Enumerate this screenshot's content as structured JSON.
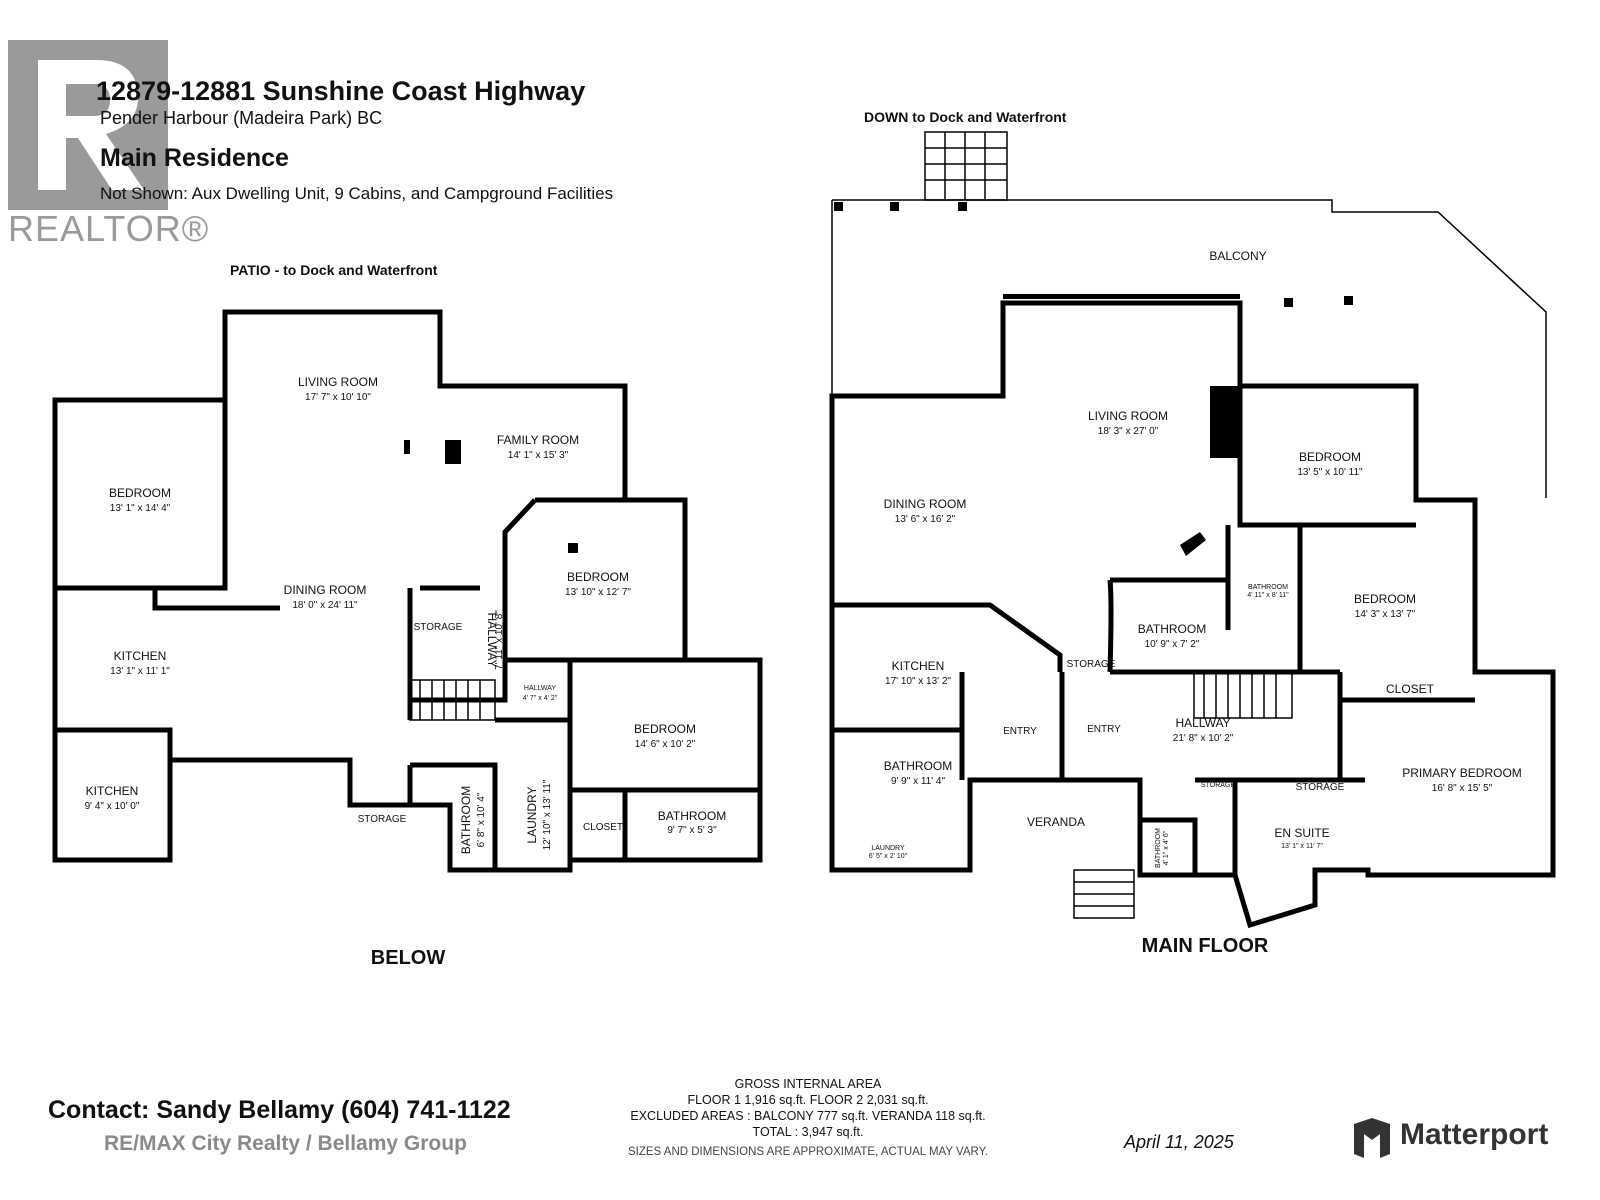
{
  "header": {
    "address": "12879-12881 Sunshine Coast Highway",
    "location": "Pender Harbour (Madeira Park) BC",
    "building": "Main Residence",
    "not_shown": "Not Shown: Aux Dwelling Unit, 9 Cabins, and Campground Facilities"
  },
  "brand": {
    "realtor": "REALTOR®",
    "matterport": "Matterport"
  },
  "below": {
    "label": "BELOW",
    "patio": "PATIO - to Dock and Waterfront",
    "rooms": {
      "living": {
        "name": "LIVING ROOM",
        "dim": "17' 7\" x 10' 10\""
      },
      "family": {
        "name": "FAMILY ROOM",
        "dim": "14' 1\" x 15' 3\""
      },
      "bedroom1": {
        "name": "BEDROOM",
        "dim": "13' 1\" x 14' 4\""
      },
      "bedroom2": {
        "name": "BEDROOM",
        "dim": "13' 10\" x 12' 7\""
      },
      "dining": {
        "name": "DINING ROOM",
        "dim": "18' 0\" x 24' 11\""
      },
      "storage1": {
        "name": "STORAGE"
      },
      "hallway1": {
        "name": "HALLWAY",
        "dim": "7' 11\" x 10' 8\""
      },
      "kitchen1": {
        "name": "KITCHEN",
        "dim": "13' 1\" x 11' 1\""
      },
      "hallway2": {
        "name": "HALLWAY",
        "dim": "4' 7\" x 4' 2\""
      },
      "bedroom3": {
        "name": "BEDROOM",
        "dim": "14' 6\" x 10' 2\""
      },
      "kitchen2": {
        "name": "KITCHEN",
        "dim": "9' 4\" x 10' 0\""
      },
      "storage2": {
        "name": "STORAGE"
      },
      "bathroom1": {
        "name": "BATHROOM",
        "dim": "6' 8\" x 10' 4\""
      },
      "laundry": {
        "name": "LAUNDRY",
        "dim": "12' 10\" x 13' 11\""
      },
      "closet": {
        "name": "CLOSET"
      },
      "bathroom2": {
        "name": "BATHROOM",
        "dim": "9' 7\" x 5' 3\""
      }
    }
  },
  "main": {
    "label": "MAIN FLOOR",
    "down": "DOWN to Dock and Waterfront",
    "rooms": {
      "balcony": {
        "name": "BALCONY"
      },
      "living": {
        "name": "LIVING ROOM",
        "dim": "18' 3\" x 27' 0\""
      },
      "bedroom1": {
        "name": "BEDROOM",
        "dim": "13' 5\" x 10' 11\""
      },
      "dining": {
        "name": "DINING ROOM",
        "dim": "13' 6\" x 16' 2\""
      },
      "bath_small": {
        "name": "BATHROOM",
        "dim": "4' 11\" x 8' 11\""
      },
      "bedroom2": {
        "name": "BEDROOM",
        "dim": "14' 3\" x 13' 7\""
      },
      "bathroom1": {
        "name": "BATHROOM",
        "dim": "10' 9\" x 7' 2\""
      },
      "kitchen": {
        "name": "KITCHEN",
        "dim": "17' 10\" x 13' 2\""
      },
      "storage1": {
        "name": "STORAGE"
      },
      "closet": {
        "name": "CLOSET"
      },
      "entry1": {
        "name": "ENTRY"
      },
      "entry2": {
        "name": "ENTRY"
      },
      "hallway": {
        "name": "HALLWAY",
        "dim": "21' 8\" x 10' 2\""
      },
      "bathroom2": {
        "name": "BATHROOM",
        "dim": "9' 9\" x 11' 4\""
      },
      "primary": {
        "name": "PRIMARY BEDROOM",
        "dim": "16' 8\" x 15' 5\""
      },
      "storage2": {
        "name": "STORAGE"
      },
      "storage3": {
        "name": "STORAGE"
      },
      "veranda": {
        "name": "VERANDA"
      },
      "bath_tiny": {
        "name": "BATHROOM",
        "dim": "4' 1\" x 4' 6\""
      },
      "ensuite": {
        "name": "EN SUITE",
        "dim": "13' 1\" x 11' 7\""
      },
      "laundry": {
        "name": "LAUNDRY",
        "dim": "6' 5\" x 2' 10\""
      }
    }
  },
  "footer": {
    "contact": "Contact: Sandy Bellamy (604) 741-1122",
    "agency": "RE/MAX City Realty / Bellamy Group",
    "area_title": "GROSS INTERNAL AREA",
    "area_floors": "FLOOR 1 1,916 sq.ft.   FLOOR 2 2,031 sq.ft.",
    "area_excluded": "EXCLUDED AREAS :  BALCONY 777 sq.ft.   VERANDA 118 sq.ft.",
    "area_total": "TOTAL :  3,947 sq.ft.",
    "disclaimer": "SIZES AND DIMENSIONS ARE APPROXIMATE, ACTUAL MAY VARY.",
    "date": "April 11, 2025"
  }
}
